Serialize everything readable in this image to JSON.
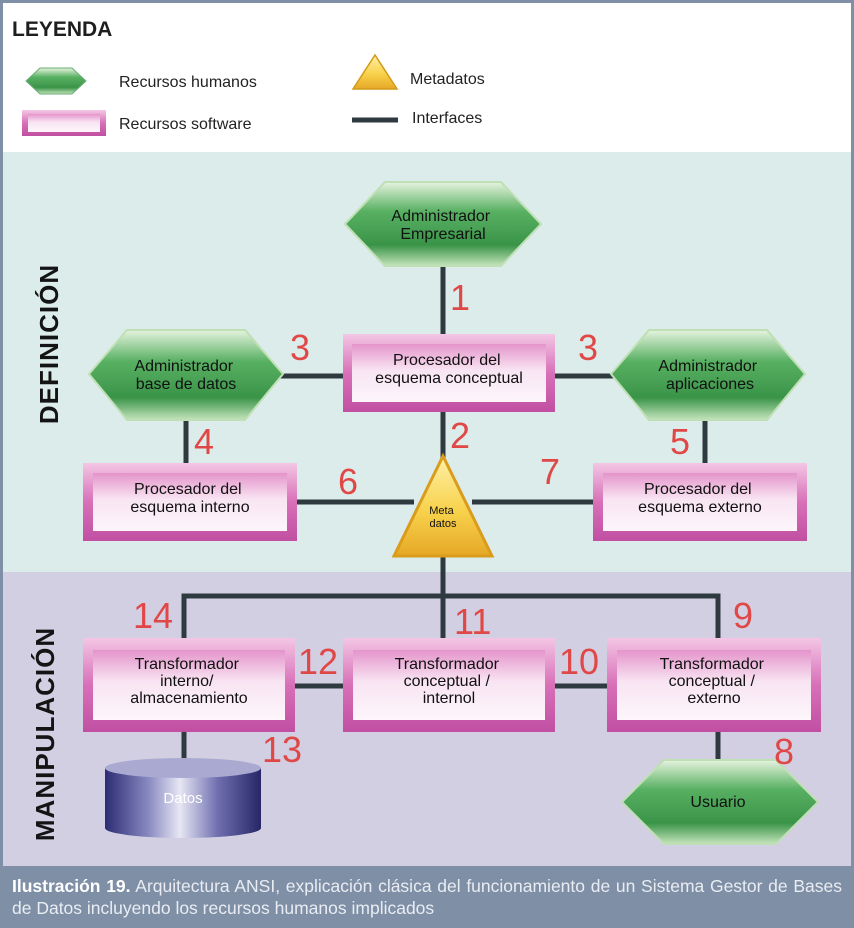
{
  "legend": {
    "title": "LEYENDA",
    "human_resources": "Recursos humanos",
    "software_resources": "Recursos software",
    "metadata": "Metadatos",
    "interfaces": "Interfaces"
  },
  "sections": {
    "definition": "DEFINICIÓN",
    "manipulation": "MANIPULACIÓN"
  },
  "nodes": {
    "admin_empresarial": [
      "Administrador",
      "Empresarial"
    ],
    "admin_bd": [
      "Administrador",
      "base de datos"
    ],
    "admin_aplicaciones": [
      "Administrador",
      "aplicaciones"
    ],
    "proc_conceptual": [
      "Procesador del",
      "esquema conceptual"
    ],
    "proc_interno": [
      "Procesador del",
      "esquema interno"
    ],
    "proc_externo": [
      "Procesador del",
      "esquema externo"
    ],
    "metadatos": [
      "Meta",
      "datos"
    ],
    "transf_interno": [
      "Transformador",
      "interno/",
      "almacenamiento"
    ],
    "transf_conceptual_interno": [
      "Transformador",
      "conceptual /",
      "internol"
    ],
    "transf_conceptual_externo": [
      "Transformador",
      "conceptual /",
      "externo"
    ],
    "datos": "Datos",
    "usuario": "Usuario"
  },
  "interface_numbers": [
    "1",
    "2",
    "3",
    "3",
    "4",
    "5",
    "6",
    "7",
    "8",
    "9",
    "10",
    "11",
    "12",
    "13",
    "14"
  ],
  "caption": {
    "label": "Ilustración 19.",
    "text": "Arquitectura ANSI, explicación clásica del funcionamiento de un Sistema Gestor de Bases de Datos incluyendo los recursos humanos implicados"
  },
  "colors": {
    "definition_bg": "#dcecea",
    "manipulation_bg": "#d3cfe2",
    "human_green": "#4aa35a",
    "software_pink": "#d870b8",
    "metadata_yellow": "#f3c83e",
    "interface_line": "#2f3940",
    "number_red": "#e04848",
    "caption_bg": "#7f8fa6"
  }
}
